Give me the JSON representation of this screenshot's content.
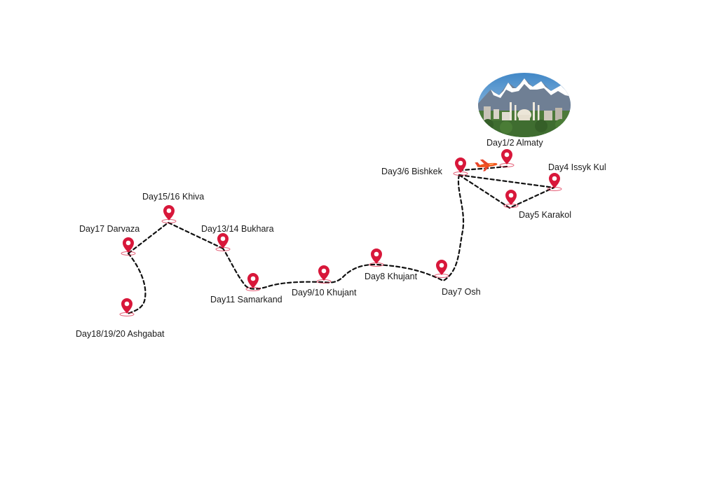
{
  "stops": [
    {
      "id": "almaty",
      "label": "Day1/2 Almaty"
    },
    {
      "id": "bishkek",
      "label": "Day3/6  Bishkek"
    },
    {
      "id": "issyk",
      "label": "Day4 Issyk Kul"
    },
    {
      "id": "karakol",
      "label": "Day5 Karakol"
    },
    {
      "id": "osh",
      "label": "Day7 Osh"
    },
    {
      "id": "khujant8",
      "label": "Day8 Khujant"
    },
    {
      "id": "khujant9",
      "label": "Day9/10 Khujant"
    },
    {
      "id": "samarkand",
      "label": "Day11 Samarkand"
    },
    {
      "id": "bukhara",
      "label": "Day13/14 Bukhara"
    },
    {
      "id": "khiva",
      "label": "Day15/16 Khiva"
    },
    {
      "id": "darvaza",
      "label": "Day17 Darvaza"
    },
    {
      "id": "ashgabat",
      "label": "Day18/19/20 Ashgabat"
    }
  ],
  "colors": {
    "pin": "#d8173a",
    "route": "#111111",
    "plane": "#f0541e"
  }
}
